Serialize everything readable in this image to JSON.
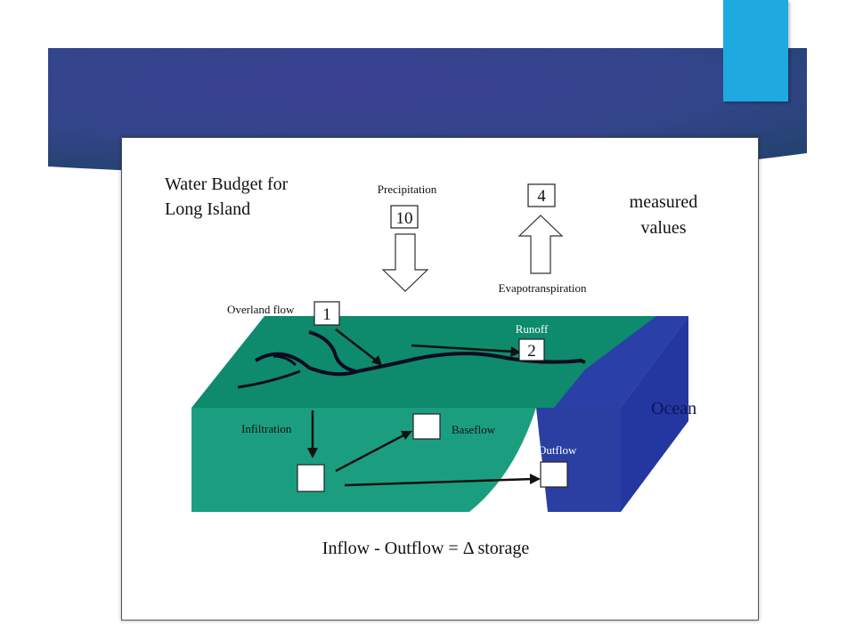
{
  "diagram": {
    "title_line1": "Water Budget for",
    "title_line2": "Long Island",
    "legend_line1": "measured",
    "legend_line2": "values",
    "precipitation": {
      "label": "Precipitation",
      "value": "10"
    },
    "evapotranspiration": {
      "label": "Evapotranspiration",
      "value": "4"
    },
    "overland_flow": {
      "label": "Overland flow",
      "value": "1"
    },
    "runoff": {
      "label": "Runoff",
      "value": "2"
    },
    "infiltration": {
      "label": "Infiltration",
      "value": ""
    },
    "baseflow": {
      "label": "Baseflow",
      "value": ""
    },
    "outflow": {
      "label": "Outflow",
      "value": ""
    },
    "ocean_label": "Ocean",
    "equation": "Inflow - Outflow = Δ storage"
  },
  "colors": {
    "banner_dark": "#23426f",
    "banner_mid": "#3a3f93",
    "accent": "#1fa9e1",
    "land_top": "#0e8a6c",
    "land_front": "#1b9e80",
    "ocean_front": "#2b3fa3",
    "ocean_side": "#2437a0"
  }
}
